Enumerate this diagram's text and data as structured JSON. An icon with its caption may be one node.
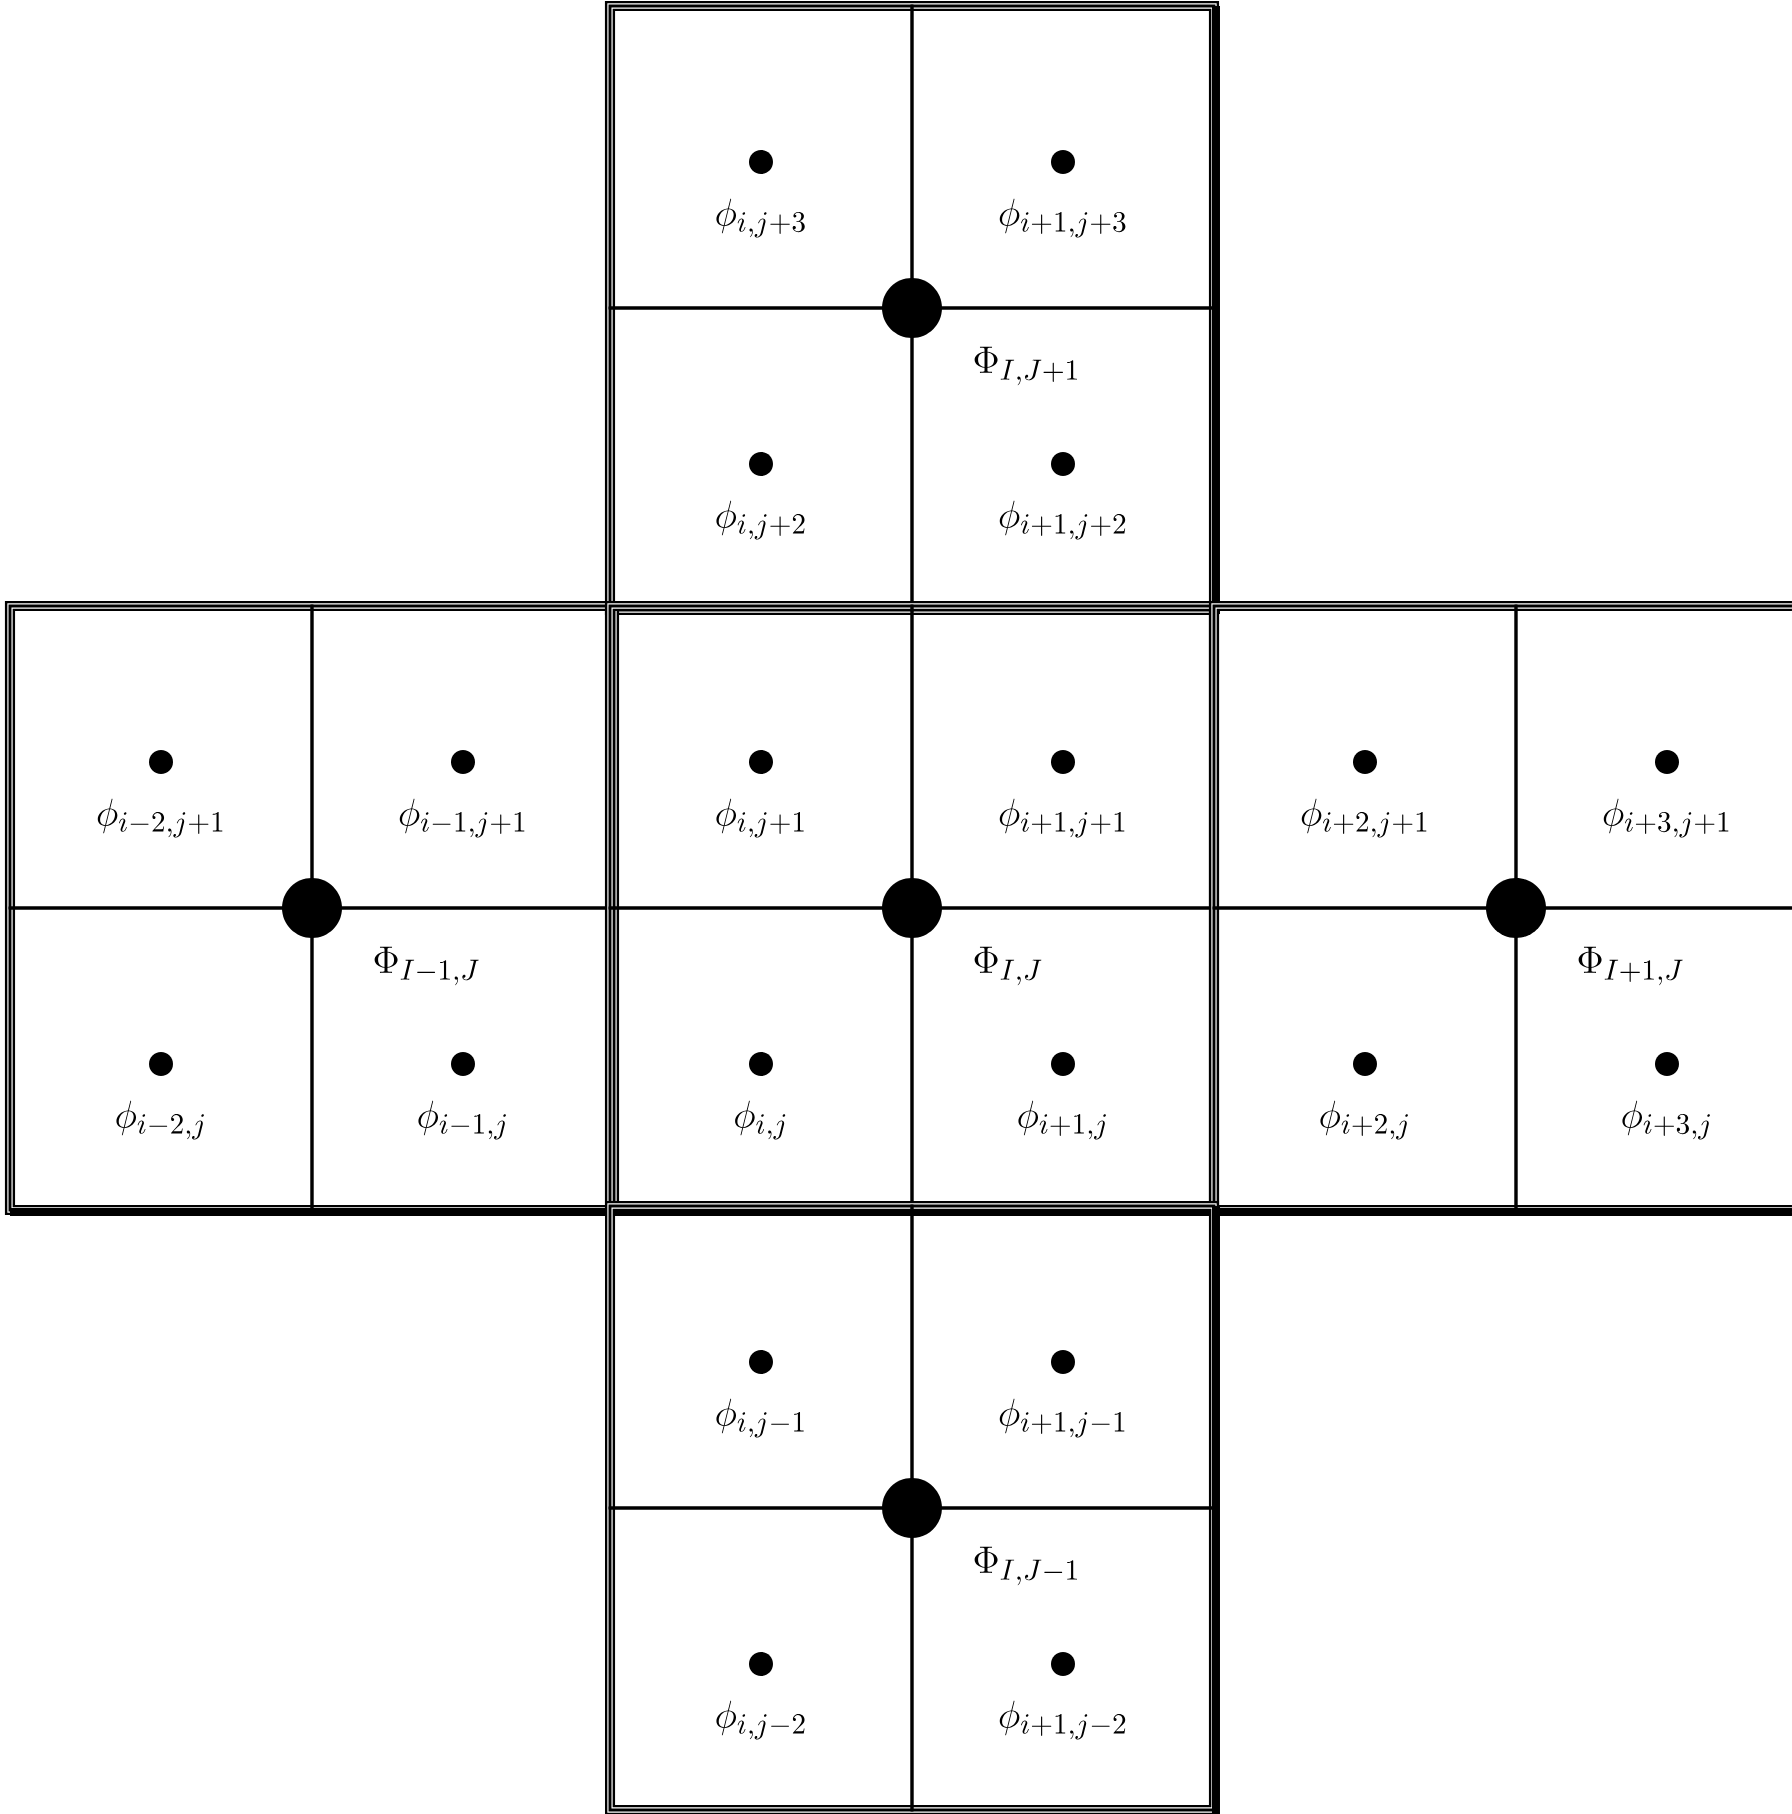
{
  "diagram": {
    "nodes": [
      {
        "text": [],
        "shape": "box"
      },
      {
        "text": [
          "\\phi_{i,j+3}"
        ],
        "in": 0
      },
      {
        "text": [
          "\\phi_{i+1,j+3}"
        ],
        "in": 0
      },
      {
        "text": [
          "\\phi_{i,j+2}"
        ],
        "in": 0
      },
      {
        "text": [
          "\\Phi_{I,J+1}",
          "\\phi_{i+1,j+2}"
        ],
        "in": 0
      },
      {
        "text": [],
        "shape": "box"
      },
      {
        "text": [
          "\\phi_{i-2,j+1}"
        ],
        "in": 5
      },
      {
        "text": [
          "\\phi_{i-1,j+1}"
        ],
        "in": 5
      },
      {
        "text": [
          "\\phi_{i-2,j}"
        ],
        "in": 5
      },
      {
        "text": [
          "\\Phi_{I-1,J}",
          "\\phi_{i-1,j}"
        ],
        "in": 5
      },
      {
        "text": [],
        "shape": "box"
      },
      {
        "text": [
          "\\phi_{i,j+1}"
        ],
        "in": 10
      },
      {
        "text": [
          "\\phi_{i+1,j+1}"
        ],
        "in": 10
      },
      {
        "text": [
          "\\phi_{i,j}"
        ],
        "in": 10
      },
      {
        "text": [
          "\\Phi_{I,J}",
          "\\phi_{i+1,j}"
        ],
        "in": 10
      },
      {
        "text": [],
        "shape": "box"
      },
      {
        "text": [
          "\\phi_{i+2,j+1}"
        ],
        "in": 15
      },
      {
        "text": [
          "\\phi_{i+3,j+1}"
        ],
        "in": 15
      },
      {
        "text": [
          "\\phi_{i+2,j}"
        ],
        "in": 15
      },
      {
        "text": [
          "\\Phi_{I+1,J}",
          "\\phi_{i+3,j}"
        ],
        "in": 15
      },
      {
        "text": [],
        "shape": "box"
      },
      {
        "text": [
          "\\phi_{i,j-1}"
        ],
        "in": 20
      },
      {
        "text": [
          "\\phi_{i+1,j-1}"
        ],
        "in": 20
      },
      {
        "text": [
          "\\phi_{i,j-2}"
        ],
        "in": 20
      },
      {
        "text": [
          "\\Phi_{I,J-1}",
          "\\phi_{i+1,j-2}"
        ],
        "in": 20
      }
    ]
  }
}
